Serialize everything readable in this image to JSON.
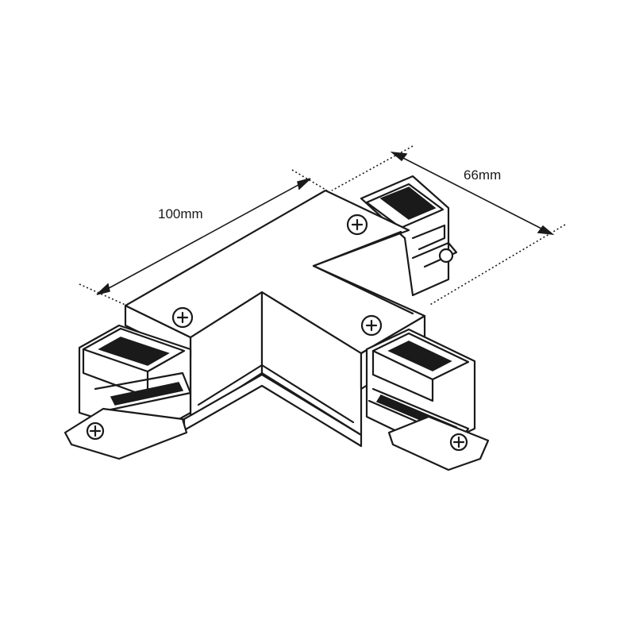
{
  "diagram": {
    "dimensions": [
      {
        "label": "100mm",
        "meaning": "length"
      },
      {
        "label": "66mm",
        "meaning": "width"
      }
    ],
    "colors": {
      "line": "#1a1a1a",
      "background": "#ffffff"
    }
  }
}
